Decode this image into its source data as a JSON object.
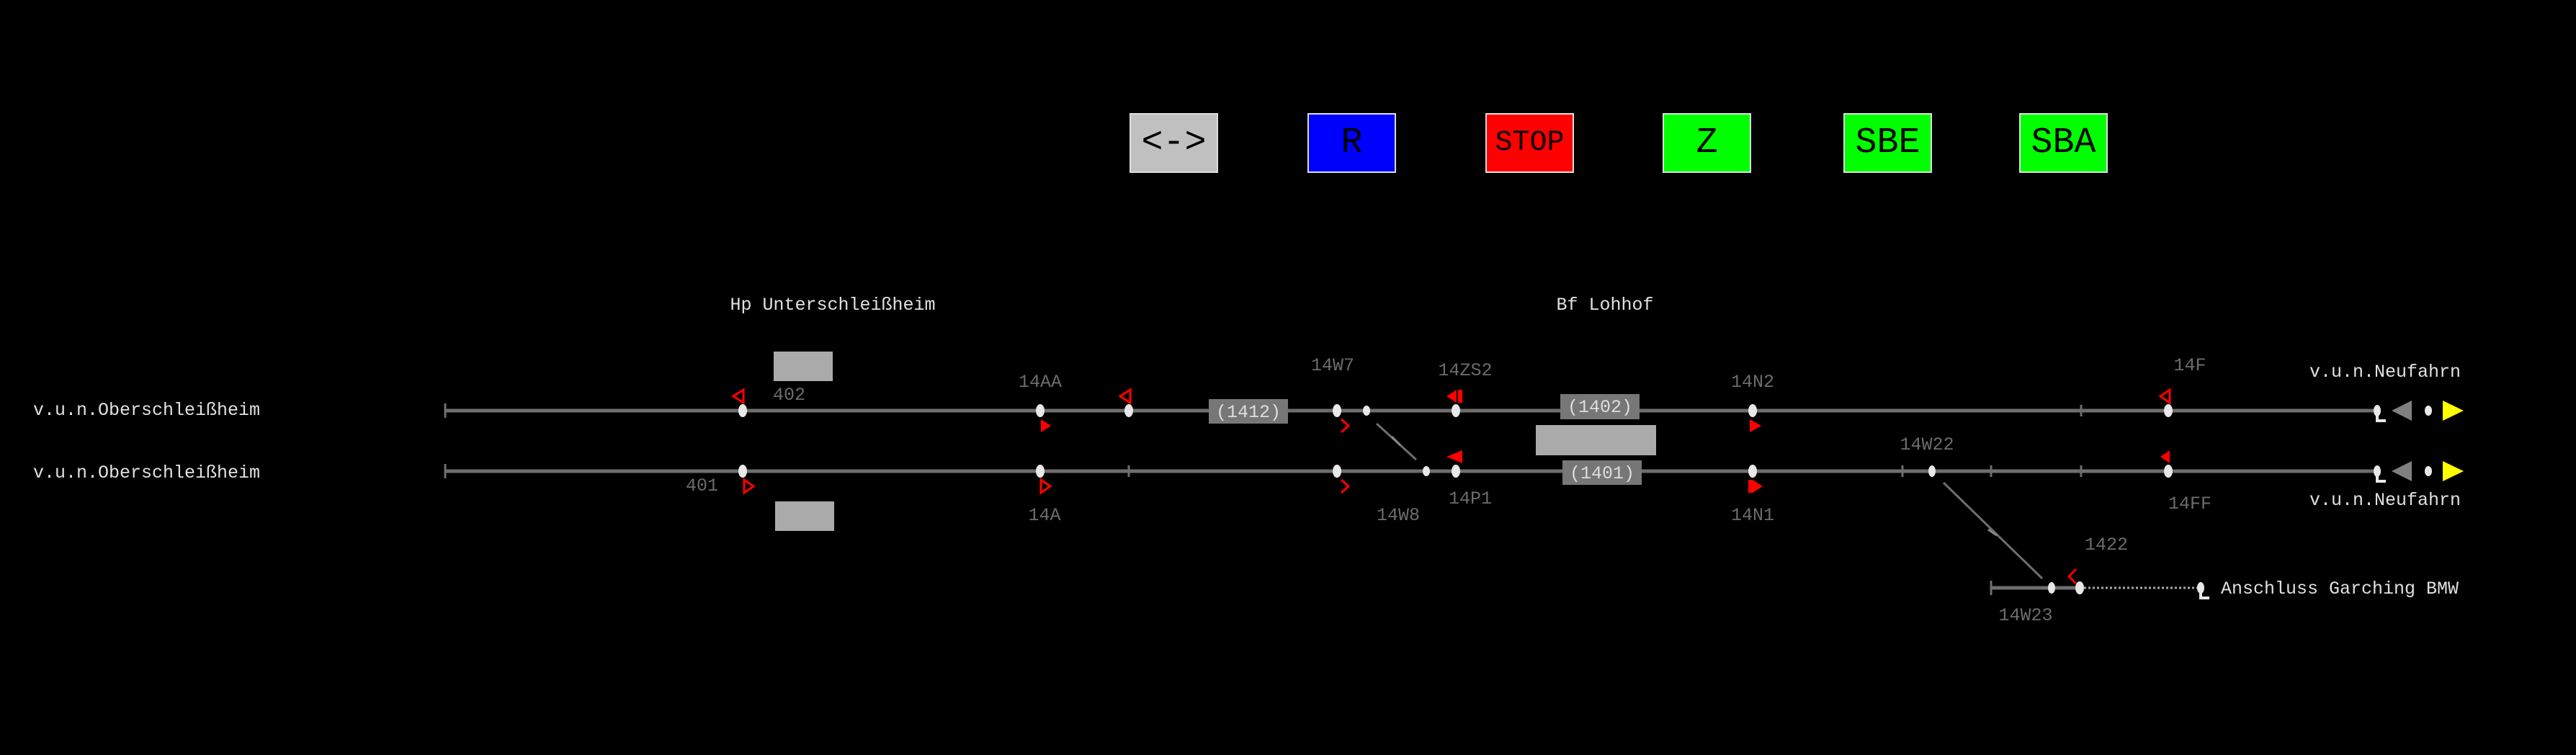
{
  "buttons": [
    {
      "label": "<->",
      "color": "#c0c0c0"
    },
    {
      "label": "R",
      "color": "#0000ff"
    },
    {
      "label": "STOP",
      "color": "#ff0000"
    },
    {
      "label": "Z",
      "color": "#00ff00"
    },
    {
      "label": "SBE",
      "color": "#00ff00"
    },
    {
      "label": "SBA",
      "color": "#00ff00"
    }
  ],
  "stations": {
    "unterschleissheim": "Hp Unterschleißheim",
    "lohhof": "Bf Lohhof"
  },
  "directions": {
    "left_top": "v.u.n.Oberschleißheim",
    "left_bottom": "v.u.n.Oberschleißheim",
    "right_top": "v.u.n.Neufahrn",
    "right_bottom": "v.u.n.Neufahrn",
    "siding": "Anschluss Garching BMW"
  },
  "platforms": {
    "p402": "402",
    "p401": "401"
  },
  "blocks": {
    "b1412": "(1412)",
    "b1402": "(1402)",
    "b1401": "(1401)"
  },
  "elements": {
    "s14AA": "14AA",
    "w14W7": "14W7",
    "s14ZS2": "14ZS2",
    "s14N2": "14N2",
    "s14F": "14F",
    "s14A": "14A",
    "w14W8": "14W8",
    "s14P1": "14P1",
    "s14N1": "14N1",
    "s14FF": "14FF",
    "w14W22": "14W22",
    "s1422": "1422",
    "w14W23": "14W23"
  },
  "colors": {
    "signal": "#ff0000",
    "track": "#6e6e6e",
    "exit": "#ffff00"
  }
}
